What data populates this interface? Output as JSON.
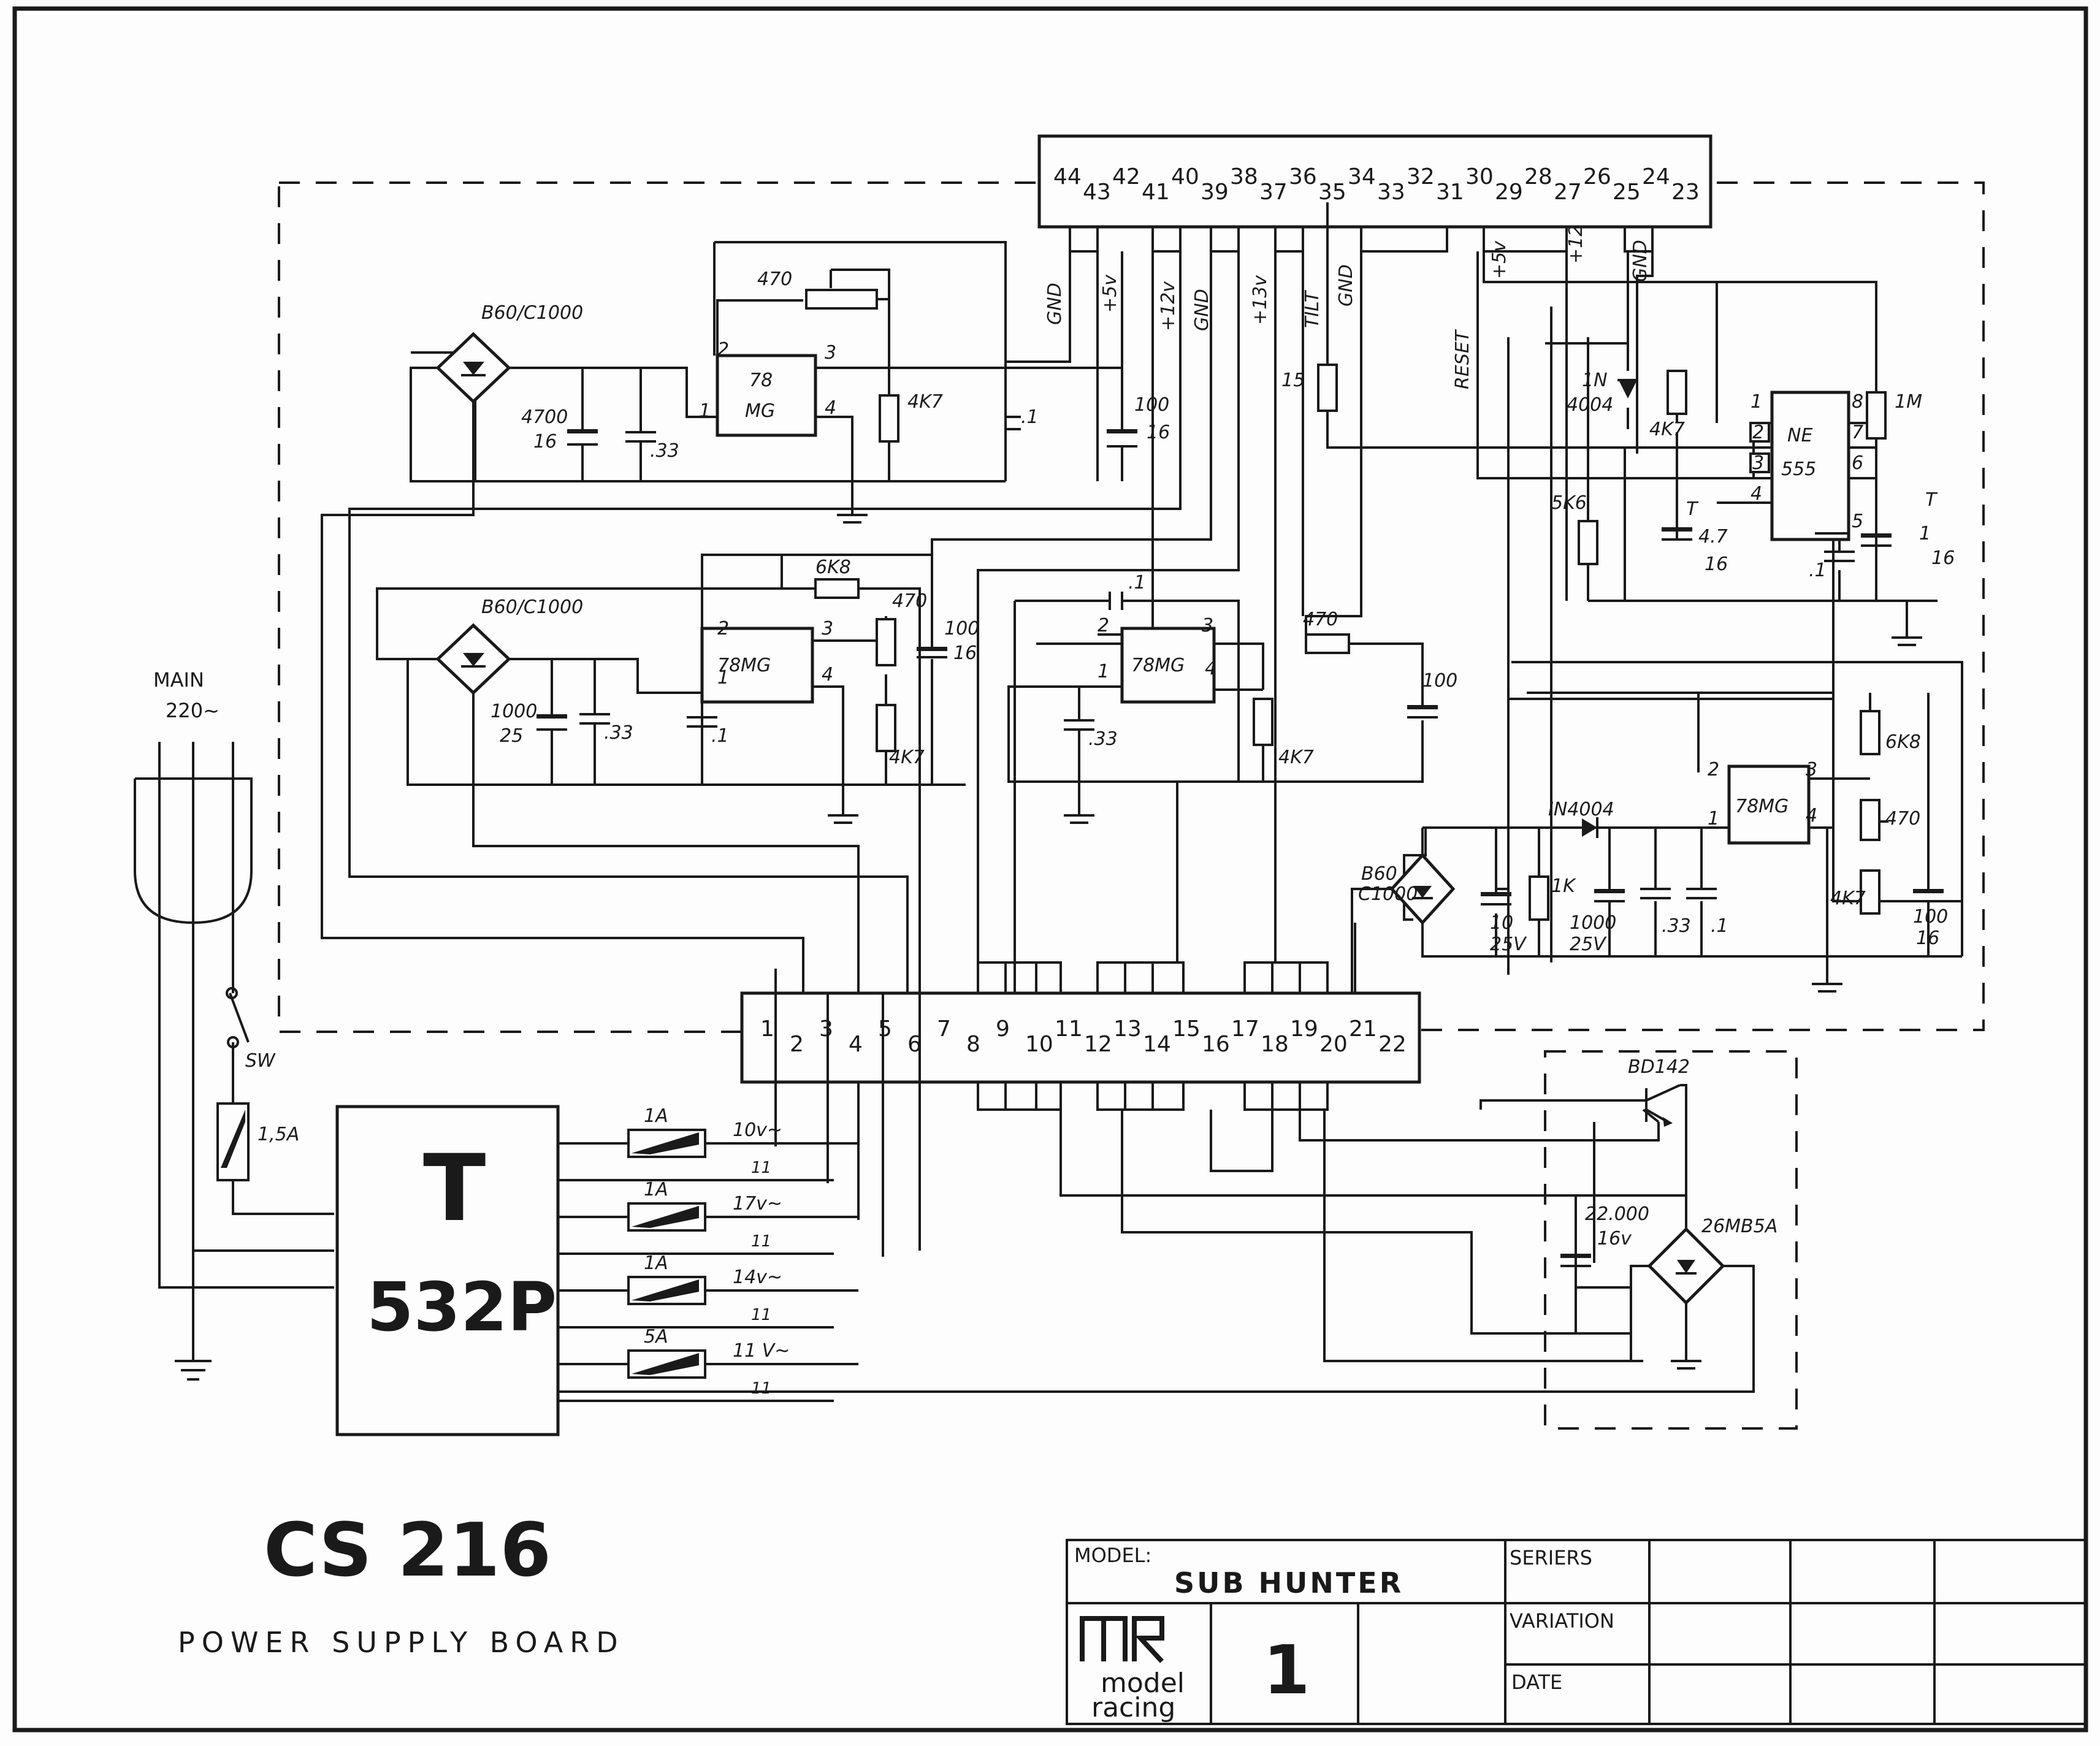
{
  "title_block": {
    "model_label": "MODEL:",
    "model_value": "SUB HUNTER",
    "sheet_number": "1",
    "series_label": "SERIERS",
    "variation_label": "VARIATION",
    "date_label": "DATE",
    "logo_text_1": "model",
    "logo_text_2": "racing"
  },
  "board": {
    "code": "CS 216",
    "name": "POWER SUPPLY BOARD"
  },
  "mains": {
    "label": "MAIN",
    "voltage": "220~",
    "switch": "SW",
    "fuse": "1,5A"
  },
  "transformer": {
    "letter": "T",
    "model": "532P",
    "outputs": [
      {
        "fuse": "1A",
        "voltage": "10v~"
      },
      {
        "fuse": "1A",
        "voltage": "17v~"
      },
      {
        "fuse": "1A",
        "voltage": "14v~"
      },
      {
        "fuse": "5A",
        "voltage": "11 V~"
      }
    ],
    "tick": "11"
  },
  "top_connector": {
    "pins_top": [
      "44",
      "42",
      "40",
      "38",
      "36",
      "34",
      "32",
      "30",
      "28",
      "26",
      "24"
    ],
    "pins_bottom": [
      "43",
      "41",
      "39",
      "37",
      "35",
      "33",
      "31",
      "29",
      "27",
      "25",
      "23"
    ],
    "signals": [
      "GND",
      "+5v",
      "+12v",
      "GND",
      "+13v",
      "TILT",
      "GND",
      "+5v",
      "+12",
      "GND",
      "RESET"
    ]
  },
  "bottom_connector": {
    "pins": [
      "1",
      "2",
      "3",
      "4",
      "5",
      "6",
      "7",
      "8",
      "9",
      "10",
      "11",
      "12",
      "13",
      "14",
      "15",
      "16",
      "17",
      "18",
      "19",
      "20",
      "21",
      "22"
    ]
  },
  "components": {
    "bridge": "B60/C1000",
    "bridge_small_1": "B60",
    "bridge_small_2": "C1000",
    "bridge_big": "26MB5A",
    "regulator": "78MG",
    "regulator_1_top": "78",
    "regulator_1_bottom": "MG",
    "timer_1": "NE",
    "timer_2": "555",
    "transistor": "BD142",
    "diode_1": "1N",
    "diode_2": "4004",
    "diode_inline": "IN4004",
    "r470": "470",
    "r4k7": "4K7",
    "r6k8": "6K8",
    "r15": "15",
    "r5k6": "5K6",
    "r1m": "1M",
    "r1k": "1K",
    "c01": ".1",
    "c033": ".33",
    "c4700": "4700",
    "c16": "16",
    "c100": "100",
    "c1000": "1000",
    "c25": "25",
    "c47": "4.7",
    "c1": "1",
    "c10": "10",
    "c25v": "25V",
    "c22000": "22.000",
    "c16v": "16v",
    "T": "T",
    "pin_labels": [
      "1",
      "2",
      "3",
      "4",
      "5",
      "6",
      "7",
      "8"
    ]
  }
}
